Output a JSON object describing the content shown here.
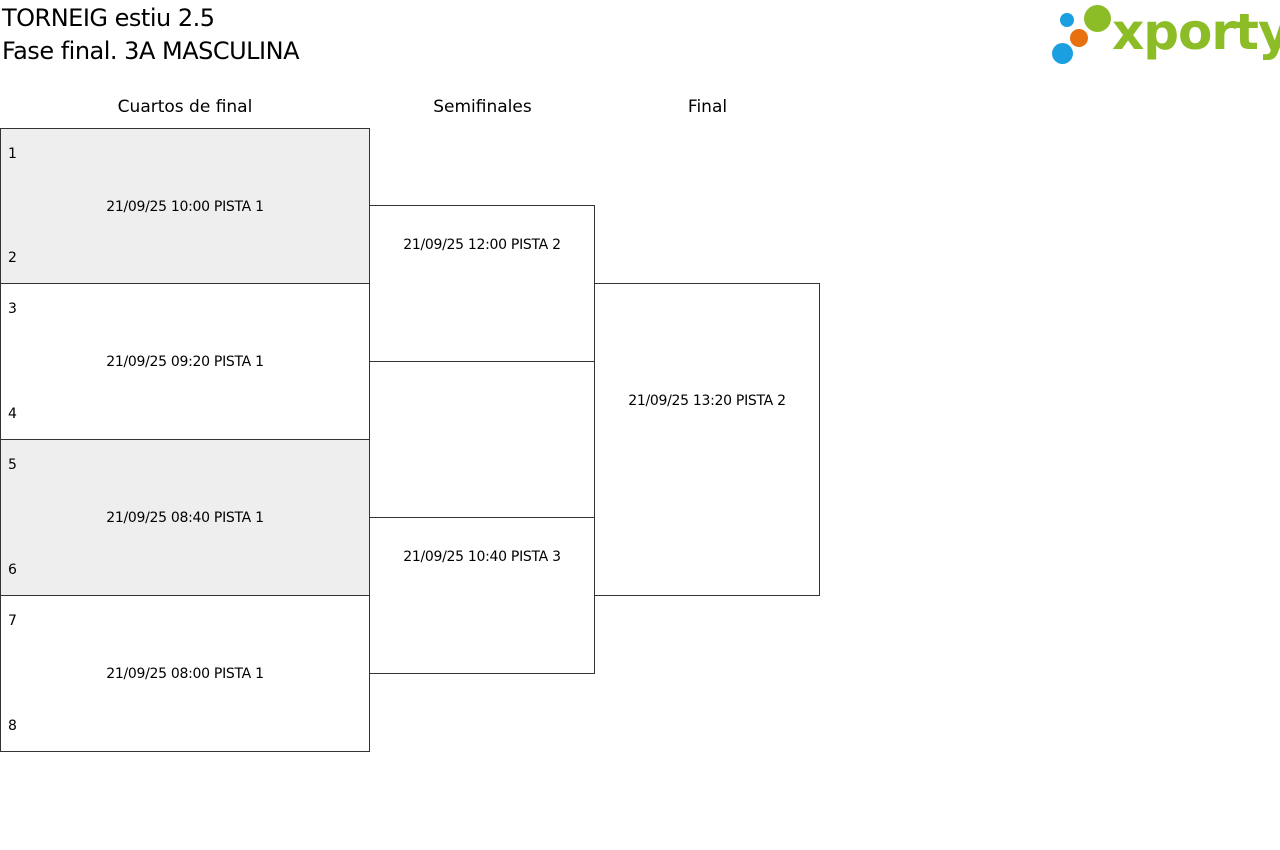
{
  "header": {
    "title": "TORNEIG estiu 2.5",
    "subtitle": "Fase final. 3A MASCULINA"
  },
  "logo": {
    "text": "xporty",
    "colors": {
      "green": "#8cbd26",
      "orange": "#e8700f",
      "blue": "#1aa0e0"
    }
  },
  "rounds": [
    "Cuartos de final",
    "Semifinales",
    "Final"
  ],
  "quarterfinals": [
    {
      "seed_top": "1",
      "seed_bottom": "2",
      "info": "21/09/25 10:00 PISTA 1"
    },
    {
      "seed_top": "3",
      "seed_bottom": "4",
      "info": "21/09/25 09:20 PISTA 1"
    },
    {
      "seed_top": "5",
      "seed_bottom": "6",
      "info": "21/09/25 08:40 PISTA 1"
    },
    {
      "seed_top": "7",
      "seed_bottom": "8",
      "info": "21/09/25 08:00 PISTA 1"
    }
  ],
  "semifinals": [
    {
      "info": "21/09/25 12:00 PISTA 2"
    },
    {
      "info": "21/09/25 10:40 PISTA 3"
    }
  ],
  "final": {
    "info": "21/09/25 13:20 PISTA 2"
  }
}
